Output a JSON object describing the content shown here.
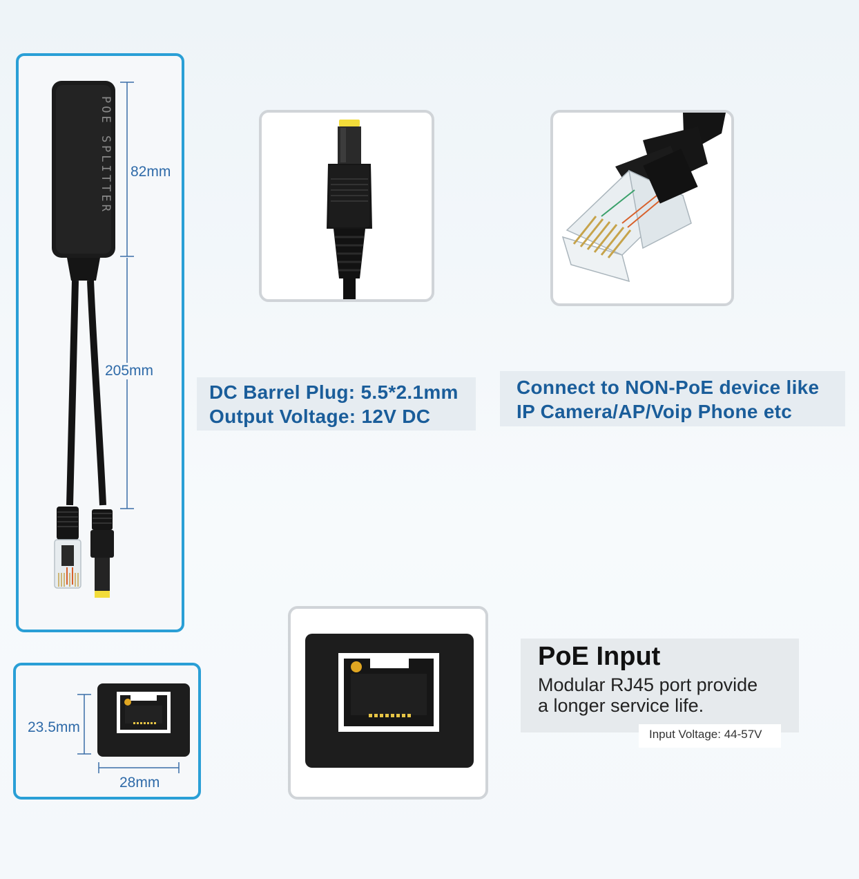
{
  "splitter": {
    "body_label": "POE SPLITTER",
    "dim_body": "82mm",
    "dim_cable": "205mm"
  },
  "port_small": {
    "dim_height": "23.5mm",
    "dim_width": "28mm"
  },
  "captions": {
    "dc_line1": "DC Barrel Plug: 5.5*2.1mm",
    "dc_line2": "Output Voltage: 12V DC",
    "rj_line1": "Connect to NON-PoE device like",
    "rj_line2": "IP Camera/AP/Voip Phone etc"
  },
  "poe_input": {
    "title": "PoE Input",
    "desc_line1": "Modular RJ45 port provide",
    "desc_line2": "a longer service life.",
    "voltage": "Input Voltage: 44-57V"
  },
  "colors": {
    "frame_blue": "#2a9fd6",
    "caption_text": "#1a5d9a",
    "dim_text": "#2e6aa8",
    "plug_tip_yellow": "#f2dc3a"
  }
}
